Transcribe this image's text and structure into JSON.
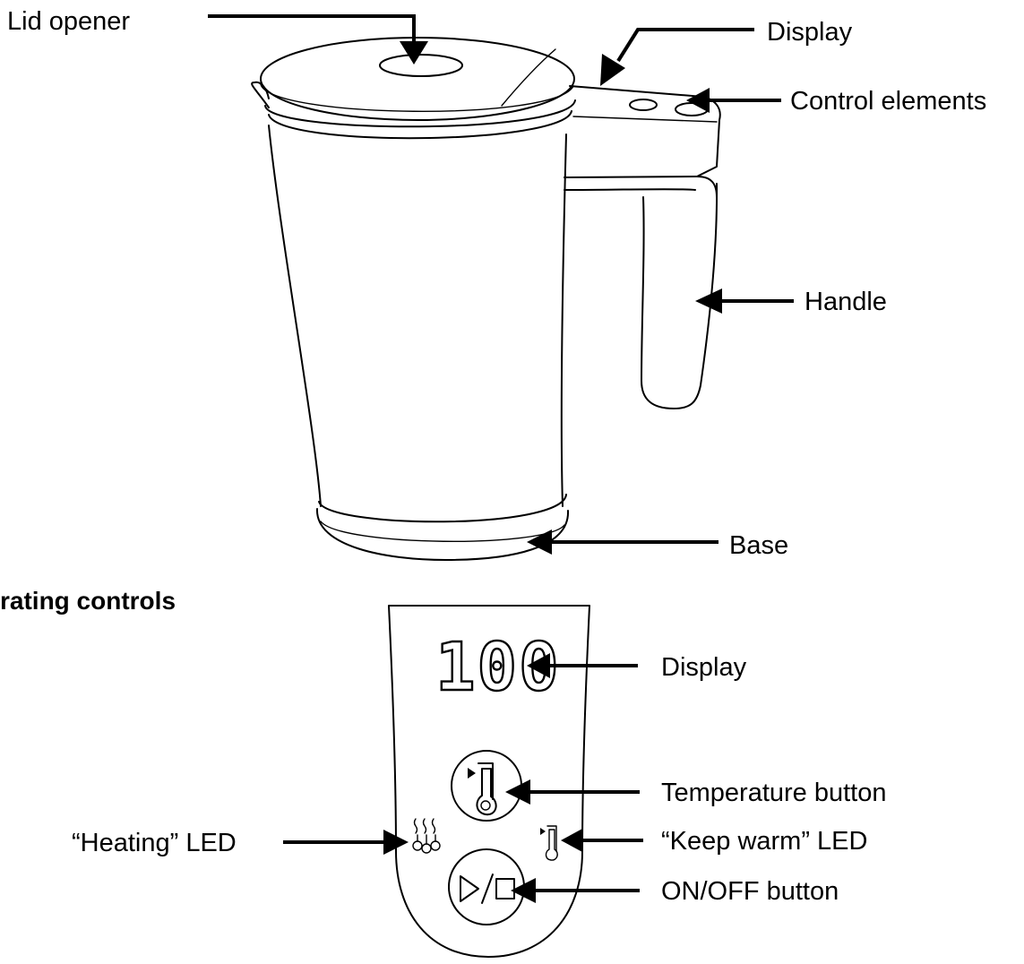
{
  "labels": {
    "lid_opener": "Lid opener",
    "display_top": "Display",
    "control_elements": "Control elements",
    "handle": "Handle",
    "base": "Base",
    "section_heading": "rating controls",
    "display_panel": "Display",
    "display_readout": "100",
    "temperature_button": "Temperature button",
    "heating_led": "“Heating” LED",
    "keep_warm_led": "“Keep warm” LED",
    "on_off_button": "ON/OFF button"
  },
  "icons": {
    "temperature_button": "thermometer-icon",
    "heating_led": "steam-heat-icon",
    "keep_warm_led": "thermometer-icon",
    "on_off_button": "play-stop-icon"
  },
  "colors": {
    "ink": "#000000",
    "background": "#ffffff"
  }
}
